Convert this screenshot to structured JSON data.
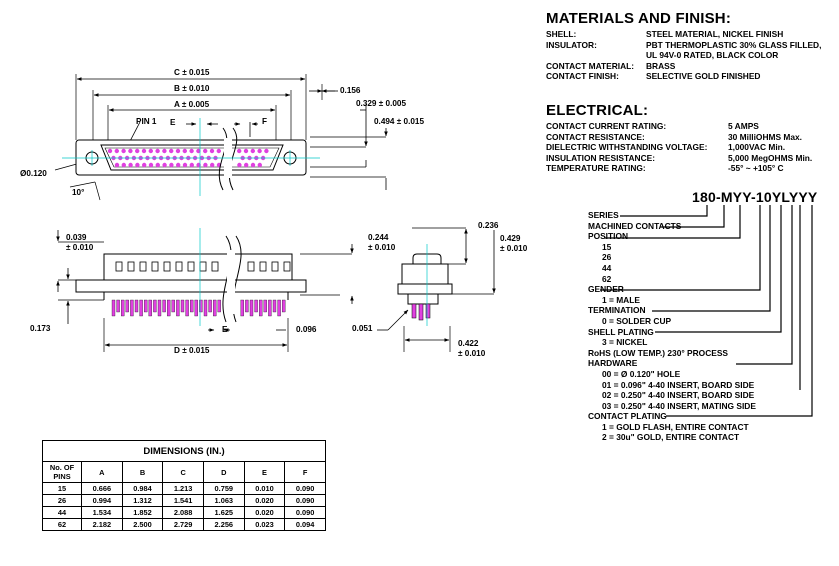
{
  "materials": {
    "heading": "MATERIALS AND FINISH:",
    "rows": [
      {
        "key": "SHELL:",
        "value": "STEEL MATERIAL, NICKEL FINISH"
      },
      {
        "key": "INSULATOR:",
        "value": "PBT THERMOPLASTIC 30% GLASS FILLED,"
      },
      {
        "key": "",
        "value": "UL 94V-0 RATED, BLACK COLOR"
      },
      {
        "key": "CONTACT MATERIAL:",
        "value": "BRASS"
      },
      {
        "key": "CONTACT FINISH:",
        "value": "SELECTIVE GOLD FINISHED"
      }
    ]
  },
  "electrical": {
    "heading": "ELECTRICAL:",
    "rows": [
      {
        "key": "CONTACT CURRENT RATING:",
        "value": "5 AMPS"
      },
      {
        "key": "CONTACT RESISTANCE:",
        "value": "30 MilliOHMS Max."
      },
      {
        "key": "DIELECTRIC WITHSTANDING VOLTAGE:",
        "value": "1,000VAC Min."
      },
      {
        "key": "INSULATION RESISTANCE:",
        "value": "5,000 MegOHMS Min."
      },
      {
        "key": "TEMPERATURE RATING:",
        "value": "-55° ~ +105° C"
      }
    ]
  },
  "part_number": {
    "code": "180-MYY-10YLYYY",
    "lines": [
      {
        "text": "SERIES",
        "indent": false
      },
      {
        "text": "MACHINED CONTACTS",
        "indent": false
      },
      {
        "text": "POSITION",
        "indent": false
      },
      {
        "text": "15",
        "indent": true
      },
      {
        "text": "26",
        "indent": true
      },
      {
        "text": "44",
        "indent": true
      },
      {
        "text": "62",
        "indent": true
      },
      {
        "text": "GENDER",
        "indent": false
      },
      {
        "text": "1 = MALE",
        "indent": true
      },
      {
        "text": "TERMINATION",
        "indent": false
      },
      {
        "text": "0 = SOLDER CUP",
        "indent": true
      },
      {
        "text": "SHELL PLATING",
        "indent": false
      },
      {
        "text": "3 = NICKEL",
        "indent": true
      },
      {
        "text": "RoHS (LOW TEMP.) 230° PROCESS",
        "indent": false
      },
      {
        "text": "HARDWARE",
        "indent": false
      },
      {
        "text": "00 = Ø 0.120\" HOLE",
        "indent": true
      },
      {
        "text": "01 = 0.096\" 4-40 INSERT, BOARD SIDE",
        "indent": true
      },
      {
        "text": "02 = 0.250\" 4-40 INSERT, BOARD SIDE",
        "indent": true
      },
      {
        "text": "03 = 0.250\" 4-40 INSERT, MATING SIDE",
        "indent": true
      },
      {
        "text": "CONTACT PLATING",
        "indent": false
      },
      {
        "text": "1 = GOLD FLASH, ENTIRE CONTACT",
        "indent": true
      },
      {
        "text": "2 = 30u\" GOLD, ENTIRE CONTACT",
        "indent": true
      }
    ]
  },
  "drawing_labels": {
    "c_dim": "C ± 0.015",
    "b_dim": "B ± 0.010",
    "a_dim": "A ± 0.005",
    "pin1": "PIN 1",
    "e_top": "E",
    "f_top": "F",
    "d0156": "0.156",
    "d0329": "0.329 ± 0.005",
    "d0494": "0.494 ± 0.015",
    "hole": "Ø0.120",
    "angle": "10°",
    "d0039a": "0.039",
    "d0039b": "± 0.010",
    "d0244a": "0.244",
    "d0244b": "± 0.010",
    "d0173": "0.173",
    "e_bot": "E",
    "d0096": "0.096",
    "d_dim": "D ± 0.015",
    "d0236": "0.236",
    "d0429a": "0.429",
    "d0429b": "± 0.010",
    "d0051": "0.051",
    "d0422a": "0.422",
    "d0422b": "± 0.010"
  },
  "colors": {
    "contact": "#e040e0",
    "centerline": "#00c8c8",
    "line": "#000000"
  },
  "dimensions_table": {
    "title": "DIMENSIONS (IN.)",
    "header": [
      "No. OF PINS",
      "A",
      "B",
      "C",
      "D",
      "E",
      "F"
    ],
    "rows": [
      [
        "15",
        "0.666",
        "0.984",
        "1.213",
        "0.759",
        "0.010",
        "0.090"
      ],
      [
        "26",
        "0.994",
        "1.312",
        "1.541",
        "1.063",
        "0.020",
        "0.090"
      ],
      [
        "44",
        "1.534",
        "1.852",
        "2.088",
        "1.625",
        "0.020",
        "0.090"
      ],
      [
        "62",
        "2.182",
        "2.500",
        "2.729",
        "2.256",
        "0.023",
        "0.094"
      ]
    ]
  }
}
